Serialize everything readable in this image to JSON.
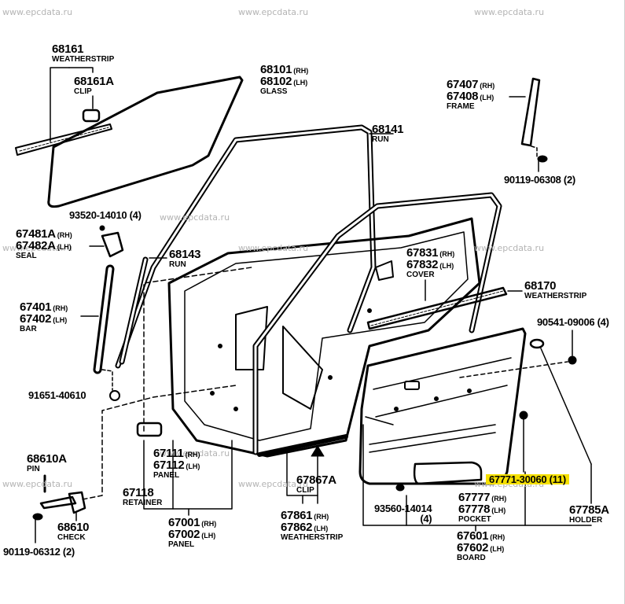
{
  "watermark": "www.epcdata.ru",
  "highlight_color": "#f5e000",
  "parts": {
    "weatherstrip_68161": {
      "numbers": [
        "68161"
      ],
      "name": "WEATHERSTRIP"
    },
    "clip_68161a": {
      "numbers": [
        "68161A"
      ],
      "name": "CLIP"
    },
    "glass": {
      "numbers": [
        "68101",
        "68102"
      ],
      "sides": [
        "(RH)",
        "(LH)"
      ],
      "name": "GLASS"
    },
    "frame": {
      "numbers": [
        "67407",
        "67408"
      ],
      "sides": [
        "(RH)",
        "(LH)"
      ],
      "name": "FRAME"
    },
    "run_68141": {
      "numbers": [
        "68141"
      ],
      "name": "RUN"
    },
    "bolt_90119_06308": {
      "numbers": [
        "90119-06308 (2)"
      ]
    },
    "screw_93520": {
      "numbers": [
        "93520-14010 (4)"
      ]
    },
    "seal": {
      "numbers": [
        "67481A",
        "67482A"
      ],
      "sides": [
        "(RH)",
        "(LH)"
      ],
      "name": "SEAL"
    },
    "run_68143": {
      "numbers": [
        "68143"
      ],
      "name": "RUN"
    },
    "cover": {
      "numbers": [
        "67831",
        "67832"
      ],
      "sides": [
        "(RH)",
        "(LH)"
      ],
      "name": "COVER"
    },
    "weatherstrip_68170": {
      "numbers": [
        "68170"
      ],
      "name": "WEATHERSTRIP"
    },
    "bar": {
      "numbers": [
        "67401",
        "67402"
      ],
      "sides": [
        "(RH)",
        "(LH)"
      ],
      "name": "BAR"
    },
    "grommet_90541": {
      "numbers": [
        "90541-09006 (4)"
      ]
    },
    "nut_91651": {
      "numbers": [
        "91651-40610"
      ]
    },
    "pin": {
      "numbers": [
        "68610A"
      ],
      "name": "PIN"
    },
    "inner_panel": {
      "numbers": [
        "67111",
        "67112"
      ],
      "sides": [
        "(RH)",
        "(LH)"
      ],
      "name": "PANEL"
    },
    "retainer": {
      "numbers": [
        "67118"
      ],
      "name": "RETAINER"
    },
    "clip_67867a": {
      "numbers": [
        "67867A"
      ],
      "name": "CLIP"
    },
    "selected_part": {
      "numbers": [
        "67771-30060 (11)"
      ]
    },
    "screw_93560": {
      "numbers": [
        "93560-14014",
        "(4)"
      ]
    },
    "pocket": {
      "numbers": [
        "67777",
        "67778"
      ],
      "sides": [
        "(RH)",
        "(LH)"
      ],
      "name": "POCKET"
    },
    "holder": {
      "numbers": [
        "67785A"
      ],
      "name": "HOLDER"
    },
    "check": {
      "numbers": [
        "68610"
      ],
      "name": "CHECK"
    },
    "door_panel": {
      "numbers": [
        "67001",
        "67002"
      ],
      "sides": [
        "(RH)",
        "(LH)"
      ],
      "name": "PANEL"
    },
    "door_weatherstrip": {
      "numbers": [
        "67861",
        "67862"
      ],
      "sides": [
        "(RH)",
        "(LH)"
      ],
      "name": "WEATHERSTRIP"
    },
    "board": {
      "numbers": [
        "67601",
        "67602"
      ],
      "sides": [
        "(RH)",
        "(LH)"
      ],
      "name": "BOARD"
    },
    "bolt_90119_06312": {
      "numbers": [
        "90119-06312 (2)"
      ]
    }
  }
}
